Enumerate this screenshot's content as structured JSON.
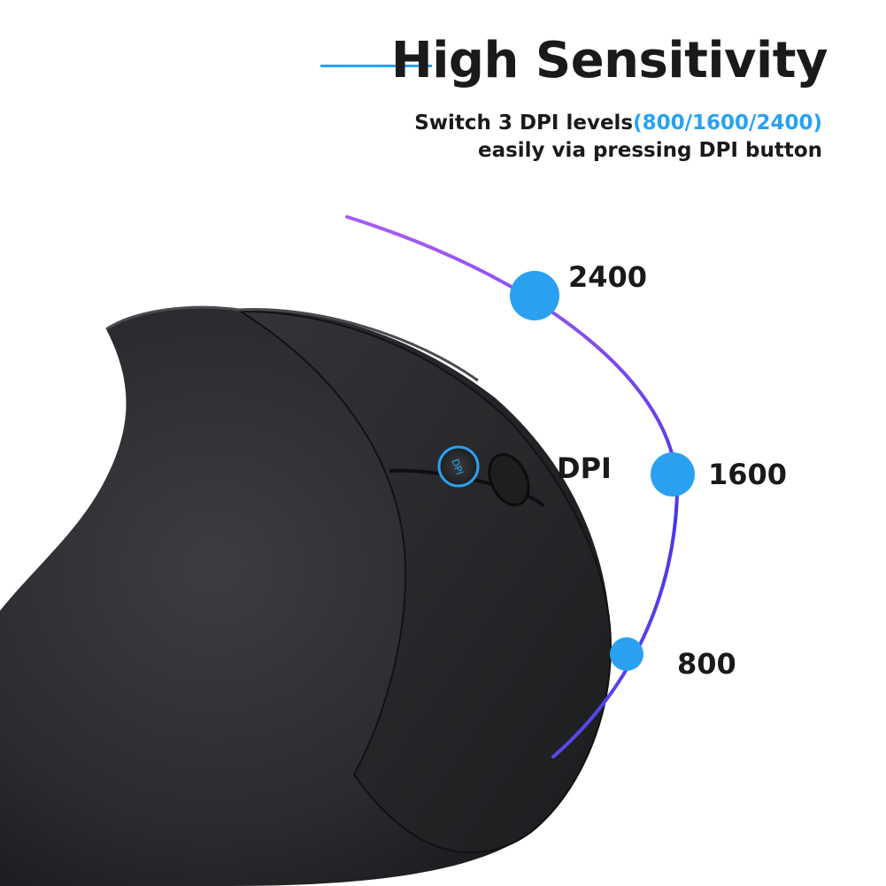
{
  "header": {
    "title": "High Sensitivity",
    "subtitle_line1_prefix": "Switch 3 DPI levels",
    "subtitle_line1_accent": "(800/1600/2400)",
    "subtitle_line2": "easily via pressing DPI button"
  },
  "dpi_indicator": {
    "label": "DPI",
    "button_text": "DPI",
    "levels": [
      {
        "value": "2400"
      },
      {
        "value": "1600"
      },
      {
        "value": "800"
      }
    ]
  },
  "colors": {
    "accent_blue": "#2aa1f0",
    "arc_start": "#9a4cf0",
    "arc_end": "#3a3ae0",
    "mouse_body": "#2a2b2d"
  },
  "icons": {
    "level_marker": "circle-dot-icon"
  }
}
